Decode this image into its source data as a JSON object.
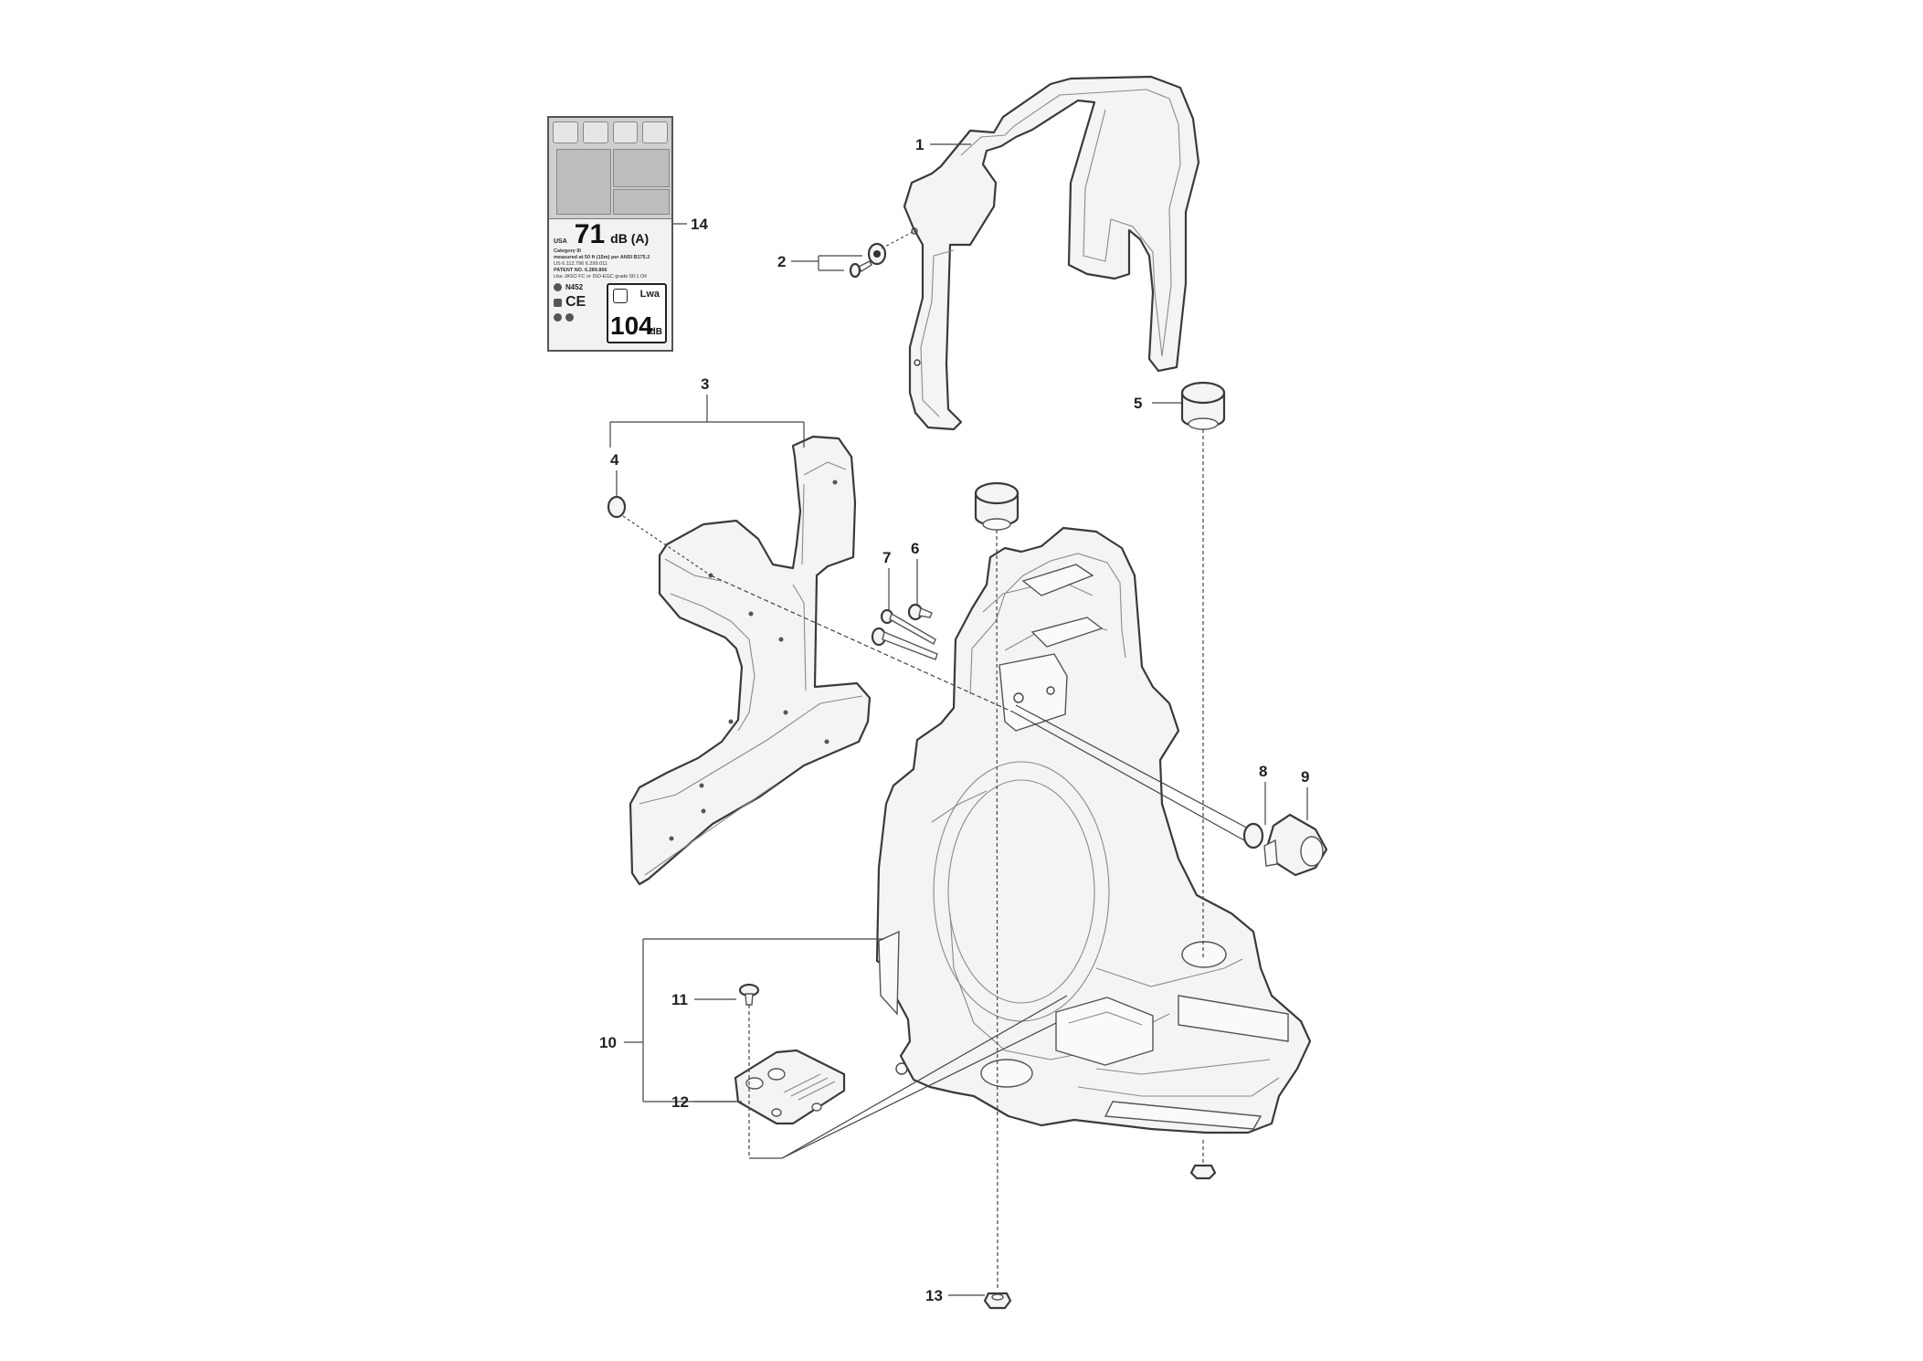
{
  "callouts": {
    "c1": "1",
    "c2": "2",
    "c3": "3",
    "c4": "4",
    "c5": "5",
    "c6": "6",
    "c7": "7",
    "c8": "8",
    "c9": "9",
    "c10": "10",
    "c11": "11",
    "c12": "12",
    "c13": "13",
    "c14": "14"
  },
  "label": {
    "region": "USA",
    "noise_value": "71",
    "noise_unit": "dB (A)",
    "line1": "Category III",
    "line2": "measured at 50 ft (15m) per ANSI B175.2",
    "line3": "US  6.112.796  6.299.011",
    "line4": "PATENT NO. 6.289.866",
    "line5": "Use JASO FC or ISO-EGC grade 50:1 Oil",
    "code": "N452",
    "ce_mark": "CE",
    "lwa_symbol": "Lwa",
    "lwa_value": "104",
    "lwa_unit": "dB"
  },
  "colors": {
    "outline": "#3a3a3a",
    "fill": "#f4f4f4",
    "leader": "#444444"
  }
}
